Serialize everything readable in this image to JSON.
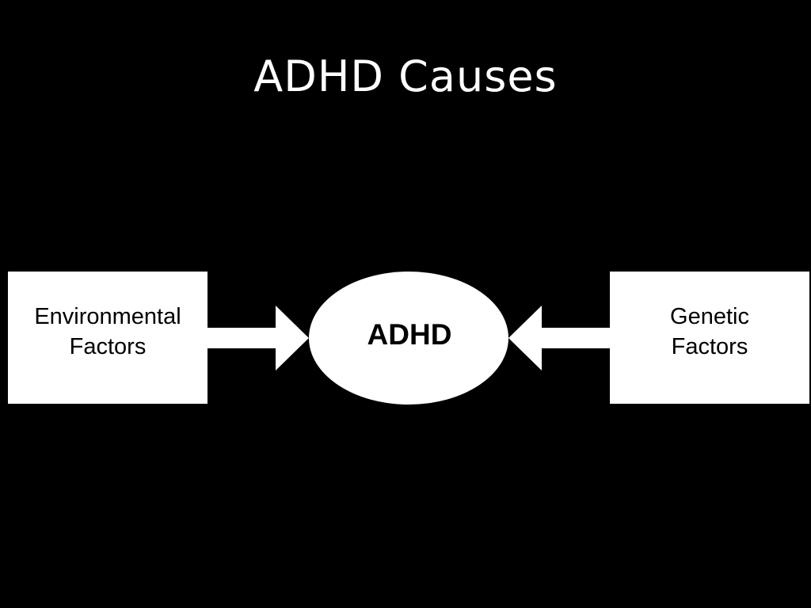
{
  "title": "ADHD Causes",
  "left_box": {
    "line1": "Environmental",
    "line2": "Factors"
  },
  "center": {
    "label": "ADHD"
  },
  "right_box": {
    "line1": "Genetic",
    "line2": "Factors"
  },
  "colors": {
    "background": "#000000",
    "shapes": "#ffffff",
    "text_on_shapes": "#000000"
  }
}
